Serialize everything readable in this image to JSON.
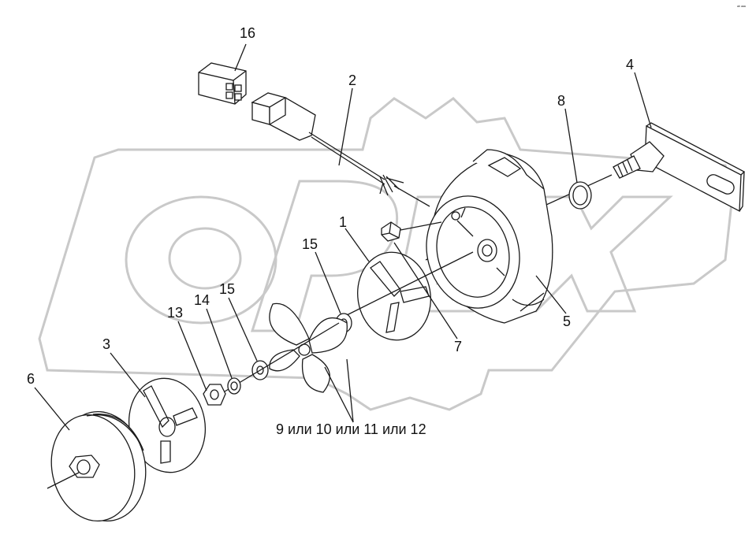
{
  "corner_mark": "ᵃᵇ ᵃᵃᵃ",
  "watermark": {
    "text": "ОРЕХ",
    "color": "#c9c9c9"
  },
  "colors": {
    "ink": "#1a1a1a",
    "background": "#ffffff"
  },
  "callouts": {
    "c16": "16",
    "c2": "2",
    "c4": "4",
    "c8": "8",
    "c1": "1",
    "c15a": "15",
    "c15b": "15",
    "c14": "14",
    "c13": "13",
    "c3": "3",
    "c6": "6",
    "c7": "7",
    "c5": "5",
    "variants": "9 или 10 или 11 или 12"
  }
}
